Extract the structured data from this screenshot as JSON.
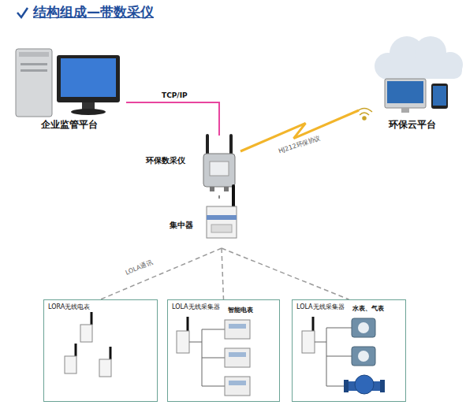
{
  "diagram": {
    "title": "结构组成—带数采仪",
    "nodes": [
      {
        "text": [
          "企业监管平台"
        ]
      },
      {
        "text": [
          "环保云平台"
        ]
      },
      {
        "text": [
          "环保数采仪"
        ]
      },
      {
        "text": [
          "集中器"
        ]
      },
      {
        "text": [
          "LORA无线电表"
        ]
      },
      {
        "text": [
          "LOLA无线采集器",
          "智能电表"
        ]
      },
      {
        "text": [
          "LOLA无线采集器",
          "水表、气表"
        ]
      }
    ],
    "edges": [
      {
        "from": 0,
        "to": 2,
        "label": "TCP/IP",
        "arrow": "none"
      },
      {
        "from": 2,
        "to": 1,
        "label": "HJ212环保协议",
        "arrow": "none"
      },
      {
        "from": 2,
        "to": 3,
        "arrow": "none"
      },
      {
        "from": 3,
        "to": 4,
        "label": "LOLA通讯",
        "arrow": "none"
      },
      {
        "from": 3,
        "to": 5,
        "arrow": "none"
      },
      {
        "from": 3,
        "to": 6,
        "arrow": "none"
      }
    ]
  }
}
